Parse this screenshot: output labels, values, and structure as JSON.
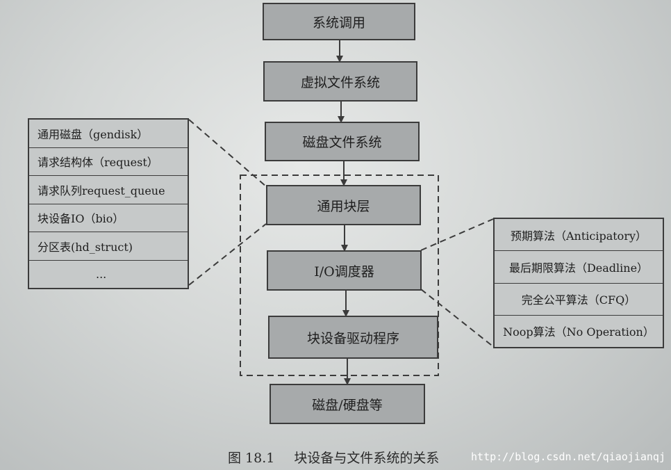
{
  "main_stack": [
    "系统调用",
    "虚拟文件系统",
    "磁盘文件系统",
    "通用块层",
    "I/O调度器",
    "块设备驱动程序",
    "磁盘/硬盘等"
  ],
  "left_structures": [
    "通用磁盘（gendisk）",
    "请求结构体（request）",
    "请求队列request_queue",
    "块设备IO（bio）",
    "分区表(hd_struct)",
    "..."
  ],
  "right_schedulers": [
    "预期算法（Anticipatory）",
    "最后期限算法（Deadline）",
    "完全公平算法（CFQ）",
    "Noop算法（No Operation）"
  ],
  "caption": {
    "number": "图 18.1",
    "title": "块设备与文件系统的关系"
  },
  "watermark": "http://blog.csdn.net/qiaojianqj",
  "colors": {
    "box_fill": "#a7aaab",
    "line": "#3b3b3b"
  }
}
